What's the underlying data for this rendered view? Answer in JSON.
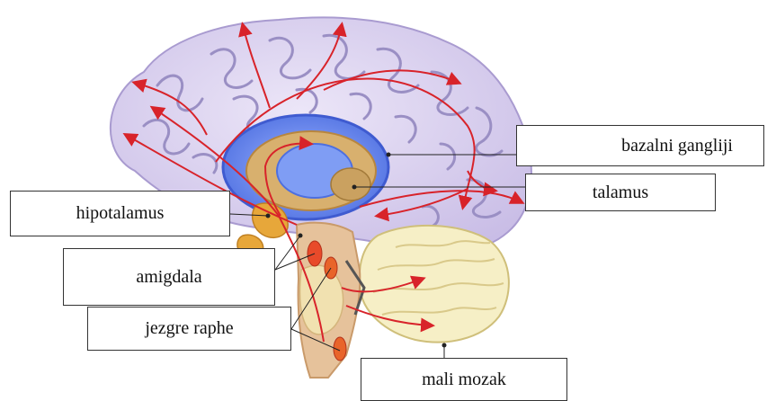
{
  "labels": {
    "bazalni_gangliji": "bazalni gangliji",
    "talamus": "talamus",
    "hipotalamus": "hipotalamus",
    "amigdala": "amigdala",
    "jezgre_raphe": "jezgre raphe",
    "mali_mozak": "mali mozak"
  },
  "colors": {
    "cortex": "#dcd3ee",
    "gyri_lines": "#9a8fc4",
    "ventricle": "#6f8ff2",
    "thalamus": "#caa160",
    "pathway_arrows": "#d8232a",
    "cerebellum": "#f6efc6",
    "brainstem": "#e6c29b"
  },
  "icons": [
    "brain-illustration",
    "serotonin-pathway-arrows"
  ]
}
